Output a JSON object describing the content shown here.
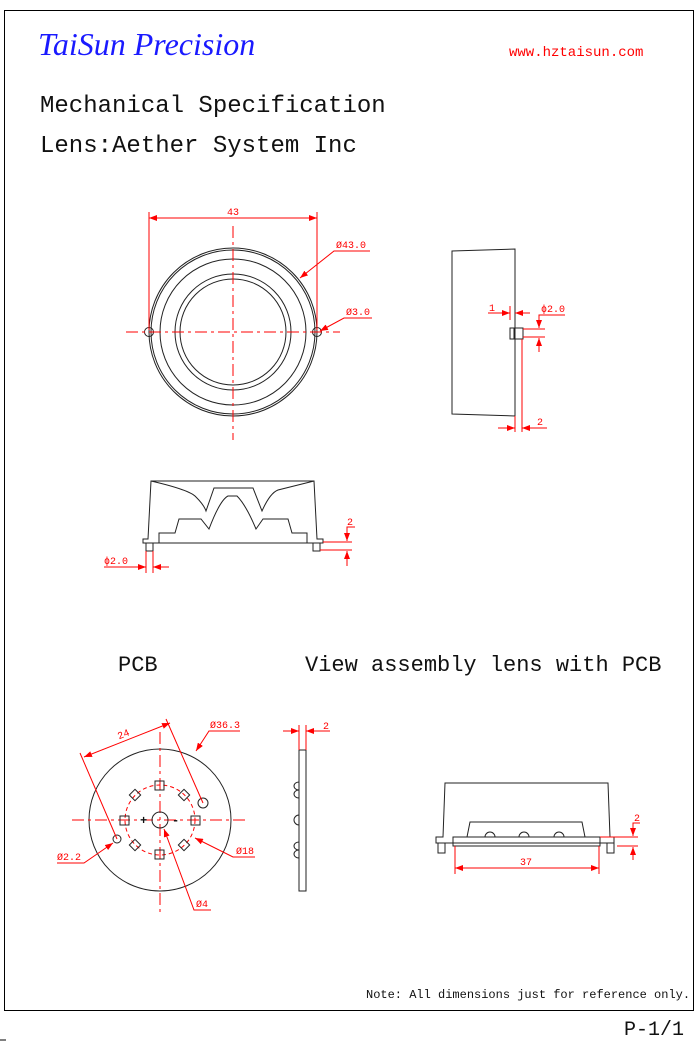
{
  "header": {
    "brand": "TaiSun Precision",
    "website": "www.hztaisun.com",
    "title": "Mechanical Specification",
    "subtitle": "Lens:Aether System Inc"
  },
  "lens_top_view": {
    "width_dim": "43",
    "outer_diameter": "Ø43.0",
    "hole_diameter": "Ø3.0"
  },
  "lens_side_view": {
    "offset_dim": "1",
    "peg_diameter": "ϕ2.0",
    "peg_length": "2"
  },
  "lens_section_view": {
    "peg_diameter": "ϕ2.0",
    "peg_height": "2"
  },
  "sections": {
    "pcb": "PCB",
    "assembly": "View assembly lens with PCB"
  },
  "pcb_view": {
    "hole_spacing": "24",
    "board_diameter": "Ø36.3",
    "hole_diameter": "Ø2.2",
    "led_circle": "Ø18",
    "center_hole": "Ø4",
    "polarity_plus": "+",
    "polarity_minus": "-",
    "thickness": "2"
  },
  "assembly_view": {
    "pcb_width": "37",
    "gap": "2"
  },
  "footer": {
    "note": "Note: All dimensions just for reference only.",
    "page": "P-1/1"
  },
  "colors": {
    "brand": "#1a1aff",
    "dimension": "#ff0000",
    "line": "#222222"
  }
}
